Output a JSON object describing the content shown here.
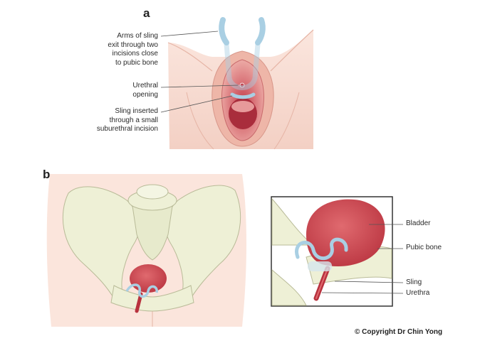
{
  "panel_a": {
    "letter": "a",
    "labels": {
      "arms": [
        "Arms of sling",
        "exit through two",
        "incisions close",
        "to pubic bone"
      ],
      "urethral_opening": [
        "Urethral",
        "opening"
      ],
      "sling_inserted": [
        "Sling inserted",
        "through a small",
        "suburethral incision"
      ]
    }
  },
  "panel_b": {
    "letter": "b",
    "labels": {
      "bladder": "Bladder",
      "pubic_bone": "Pubic bone",
      "sling": "Sling",
      "urethra": "Urethra"
    }
  },
  "credit": "© Copyright Dr Chin Yong",
  "colors": {
    "skin": "#f6d9cf",
    "skin_shadow": "#eab9ab",
    "mucosa": "#d9787a",
    "mucosa_dark": "#b8434c",
    "sling": "#a9cfe3",
    "bone": "#eef0d6",
    "bone_line": "#b9bb98",
    "bladder": "#c9444d"
  }
}
